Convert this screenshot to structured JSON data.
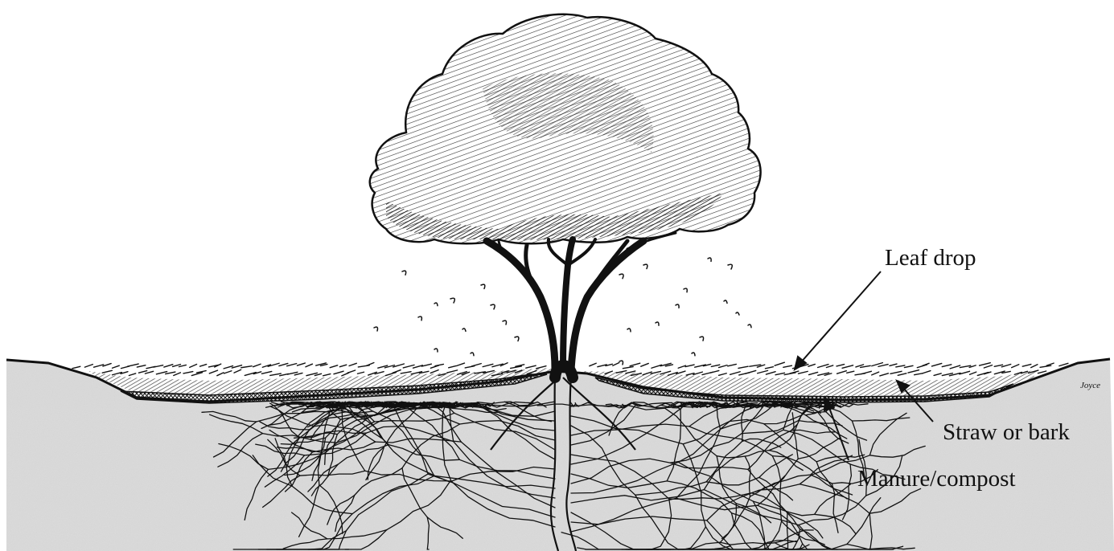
{
  "labels": {
    "leaf_drop": "Leaf drop",
    "straw_or_bark": "Straw or bark",
    "manure_compost": "Manure/compost"
  },
  "signature": "Joyce",
  "colors": {
    "ink": "#111111",
    "soil": "#dcdcdc",
    "background": "#ffffff"
  }
}
